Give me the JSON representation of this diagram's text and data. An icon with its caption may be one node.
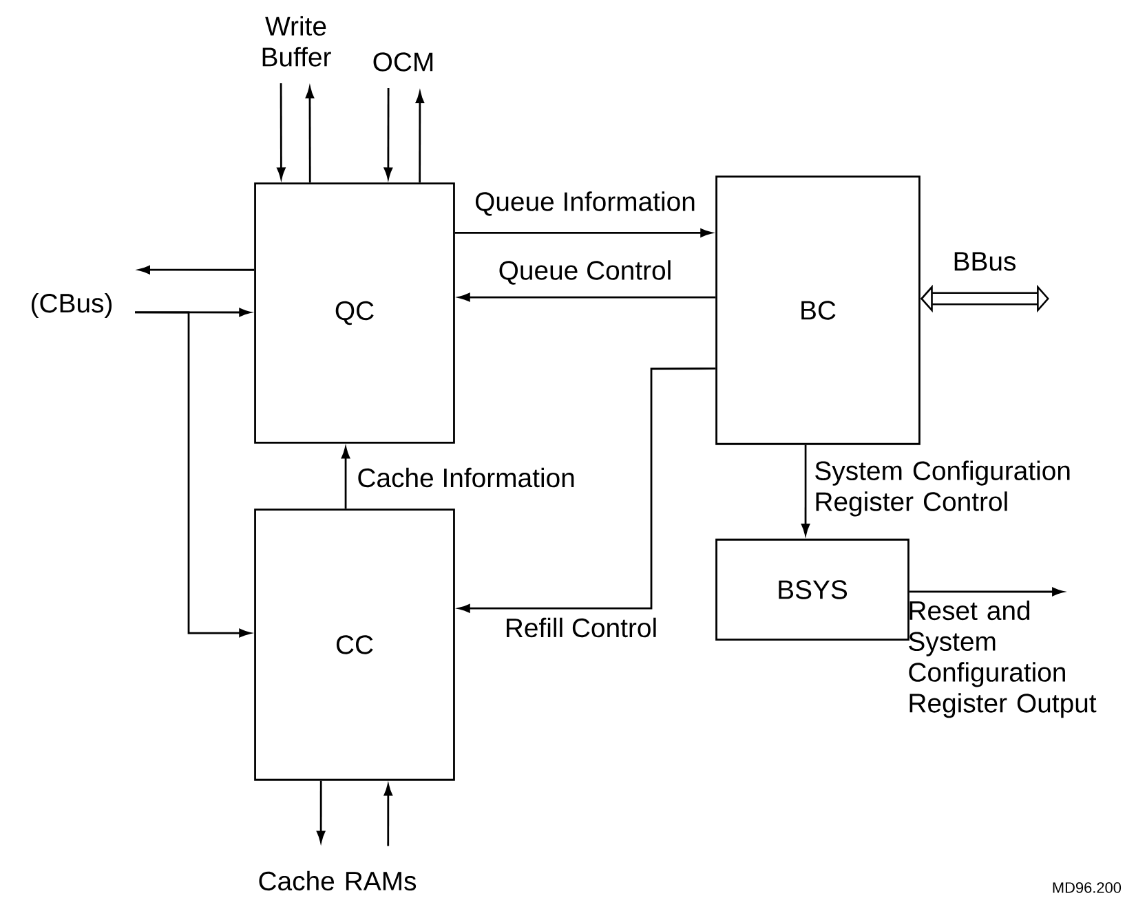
{
  "diagram": {
    "nodes": [
      {
        "text": [
          "QC"
        ]
      },
      {
        "text": [
          "BC"
        ]
      },
      {
        "text": [
          "CC"
        ]
      },
      {
        "text": [
          "BSYS"
        ]
      },
      {
        "text": [
          "Write Buffer"
        ]
      },
      {
        "text": [
          "OCM"
        ]
      },
      {
        "text": [
          "(CBus)"
        ]
      },
      {
        "text": [
          "Cache RAMs"
        ]
      }
    ],
    "edges": [
      {
        "from": 4,
        "to": 0,
        "arrow": "to"
      },
      {
        "from": 0,
        "to": 4,
        "arrow": "to"
      },
      {
        "from": 5,
        "to": 0,
        "arrow": "to"
      },
      {
        "from": 0,
        "to": 5,
        "arrow": "to"
      },
      {
        "from": 0,
        "to": 1,
        "arrow": "to",
        "label": "Queue Information"
      },
      {
        "from": 1,
        "to": 0,
        "arrow": "to",
        "label": "Queue Control"
      },
      {
        "from": 0,
        "to": 6,
        "arrow": "to"
      },
      {
        "from": 6,
        "to": 0,
        "arrow": "to"
      },
      {
        "from": 6,
        "to": 2,
        "arrow": "to"
      },
      {
        "from": 2,
        "to": 0,
        "arrow": "to",
        "label": "Cache Information"
      },
      {
        "from": 1,
        "to": 2,
        "arrow": "to",
        "label": "Refill Control"
      },
      {
        "from": 1,
        "to": 3,
        "arrow": "to",
        "label": "System Configuration Register Control"
      },
      {
        "from": 1,
        "to": null,
        "arrow": "both",
        "style": "thick",
        "label": "BBus"
      },
      {
        "from": 3,
        "to": null,
        "arrow": "to",
        "label": "Reset and System Configuration Register Output"
      },
      {
        "from": 2,
        "to": 7,
        "arrow": "to"
      },
      {
        "from": 7,
        "to": 2,
        "arrow": "to"
      }
    ],
    "labels": [
      "MD96.200"
    ]
  }
}
